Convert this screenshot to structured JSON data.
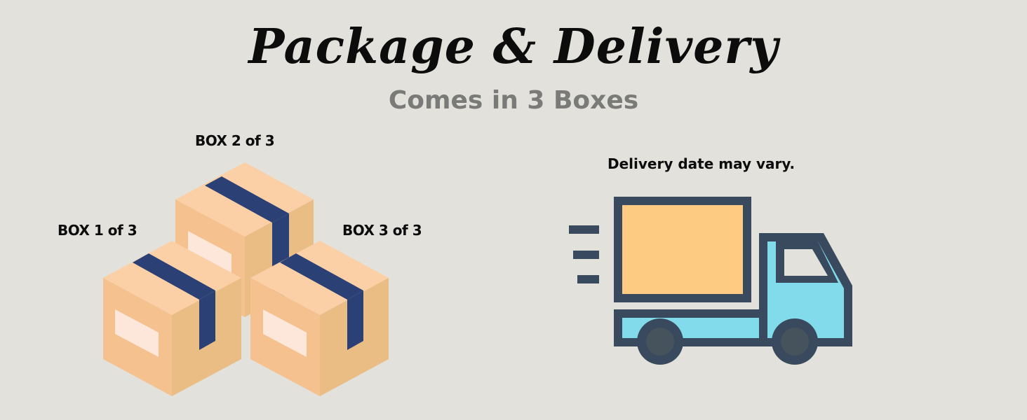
{
  "title": "Package & Delivery",
  "subtitle": "Comes in 3 Boxes",
  "boxes": [
    {
      "label": "BOX 1 of 3"
    },
    {
      "label": "BOX 2 of 3"
    },
    {
      "label": "BOX 3 of 3"
    }
  ],
  "delivery_note": "Delivery date may vary.",
  "icons": {
    "boxes": "stacked-boxes-icon",
    "truck": "delivery-truck-icon"
  },
  "colors": {
    "background": "#e2e1dc",
    "box_top": "#fbd0a6",
    "box_left": "#f4c18f",
    "box_right": "#e9bd83",
    "tape": "#2b4176",
    "box_window": "#fde6da",
    "truck_outline": "#3a4a5e",
    "truck_cargo": "#fdcb81",
    "truck_cab": "#81dbeb",
    "wheel_hub": "#46525c"
  }
}
